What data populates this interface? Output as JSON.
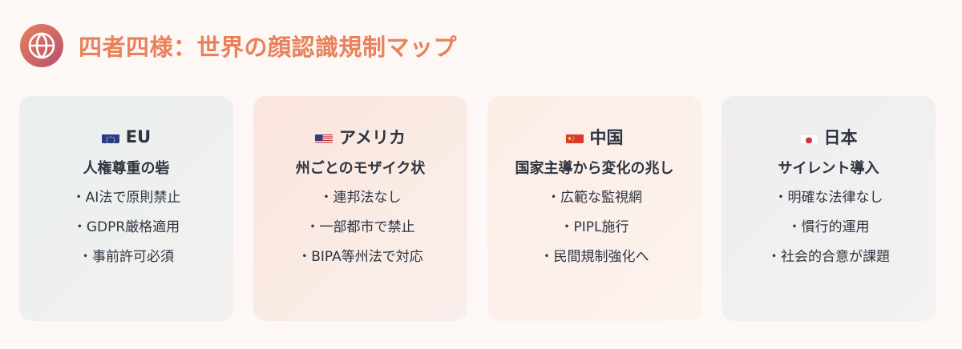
{
  "title": "四者四様：世界の顔認識規制マップ",
  "icons": {
    "header": "globe-icon",
    "eu": "eu-flag-icon",
    "us": "us-flag-icon",
    "cn": "china-flag-icon",
    "jp": "japan-flag-icon"
  },
  "colors": {
    "title": "#e9815a",
    "globe_start": "#e9815a",
    "globe_end": "#b5506e"
  },
  "cards": [
    {
      "name": "EU",
      "subtitle": "人権尊重の砦",
      "items": [
        "・AI法で原則禁止",
        "・GDPR厳格適用",
        "・事前許可必須"
      ]
    },
    {
      "name": "アメリカ",
      "subtitle": "州ごとのモザイク状",
      "items": [
        "・連邦法なし",
        "・一部都市で禁止",
        "・BIPA等州法で対応"
      ]
    },
    {
      "name": "中国",
      "subtitle": "国家主導から変化の兆し",
      "items": [
        "・広範な監視網",
        "・PIPL施行",
        "・民間規制強化へ"
      ]
    },
    {
      "name": "日本",
      "subtitle": "サイレント導入",
      "items": [
        "・明確な法律なし",
        "・慣行的運用",
        "・社会的合意が課題"
      ]
    }
  ]
}
